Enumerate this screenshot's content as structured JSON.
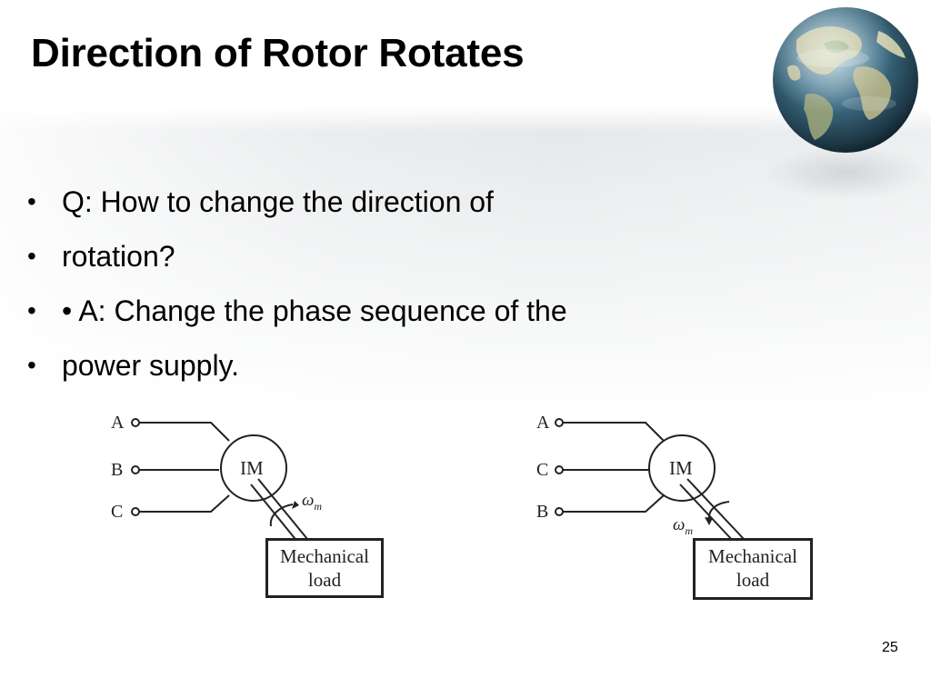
{
  "slide": {
    "title": "Direction of Rotor Rotates",
    "bullets": [
      "Q: How to change the direction of",
      "rotation?",
      "• A: Change the phase sequence of the",
      "power supply."
    ],
    "page_number": "25"
  },
  "diagram_left": {
    "terminals": [
      "A",
      "B",
      "C"
    ],
    "motor_label": "IM",
    "speed_symbol": "ω",
    "speed_subscript": "m",
    "load_line1": "Mechanical",
    "load_line2": "load"
  },
  "diagram_right": {
    "terminals": [
      "A",
      "C",
      "B"
    ],
    "motor_label": "IM",
    "speed_symbol": "ω",
    "speed_subscript": "m",
    "load_line1": "Mechanical",
    "load_line2": "load"
  },
  "decoration": {
    "image": "globe-icon",
    "text_color": "#000000"
  }
}
